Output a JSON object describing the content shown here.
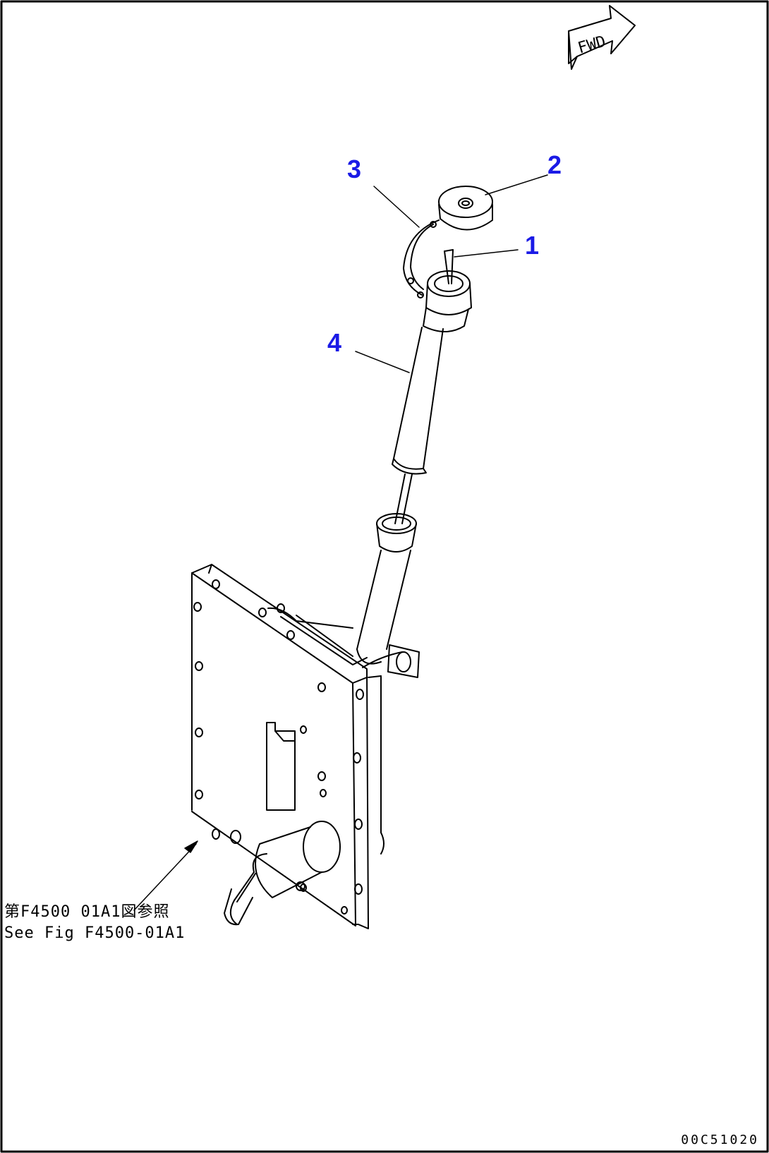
{
  "direction_marker": {
    "label": "FWD"
  },
  "callouts": [
    {
      "number": "1"
    },
    {
      "number": "2"
    },
    {
      "number": "3"
    },
    {
      "number": "4"
    }
  ],
  "reference_note": {
    "line_jp": "第F4500 01A1図参照",
    "line_en": "See Fig F4500-01A1"
  },
  "drawing_number": "00C51020",
  "colors": {
    "callout": "#1a1ae6",
    "line": "#000000",
    "frame": "#000000"
  }
}
